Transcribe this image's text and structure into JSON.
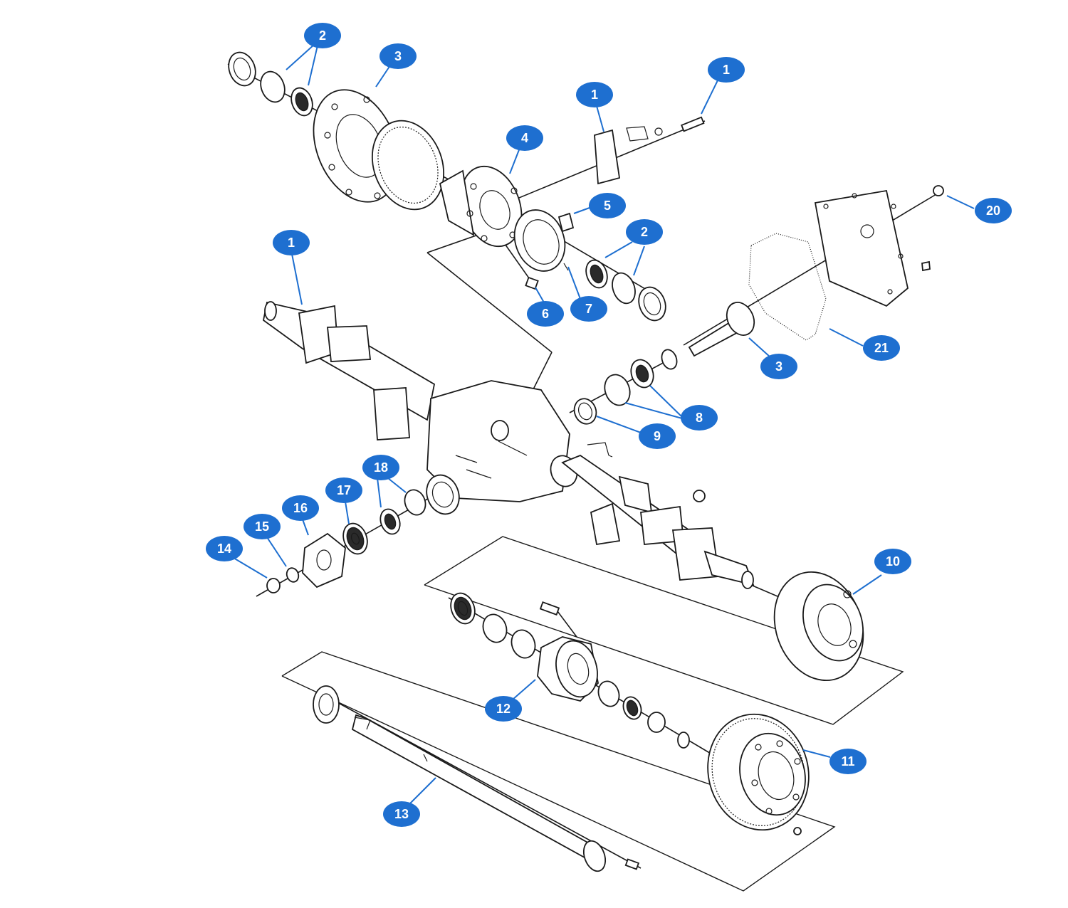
{
  "colors": {
    "callout": "#1e6fd0",
    "callout_text": "#ffffff",
    "linework": "#1a1a1a"
  },
  "callouts": [
    {
      "id": "c2-top",
      "label": "2"
    },
    {
      "id": "c3-top",
      "label": "3"
    },
    {
      "id": "c1-bracket",
      "label": "1"
    },
    {
      "id": "c1-bolt",
      "label": "1"
    },
    {
      "id": "c4",
      "label": "4"
    },
    {
      "id": "c20",
      "label": "20"
    },
    {
      "id": "c5",
      "label": "5"
    },
    {
      "id": "c2-right",
      "label": "2"
    },
    {
      "id": "c1-left",
      "label": "1"
    },
    {
      "id": "c6",
      "label": "6"
    },
    {
      "id": "c7",
      "label": "7"
    },
    {
      "id": "c21",
      "label": "21"
    },
    {
      "id": "c3-pinion",
      "label": "3"
    },
    {
      "id": "c8",
      "label": "8"
    },
    {
      "id": "c9",
      "label": "9"
    },
    {
      "id": "c18",
      "label": "18"
    },
    {
      "id": "c17",
      "label": "17"
    },
    {
      "id": "c16",
      "label": "16"
    },
    {
      "id": "c15",
      "label": "15"
    },
    {
      "id": "c14",
      "label": "14"
    },
    {
      "id": "c10",
      "label": "10"
    },
    {
      "id": "c12",
      "label": "12"
    },
    {
      "id": "c11",
      "label": "11"
    },
    {
      "id": "c13",
      "label": "13"
    }
  ]
}
